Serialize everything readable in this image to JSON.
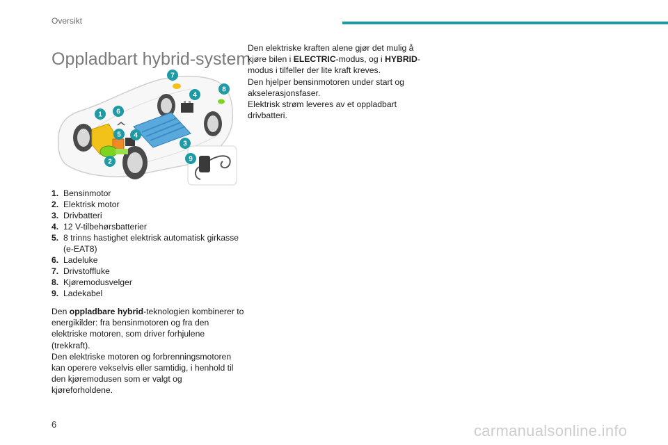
{
  "header": {
    "section": "Oversikt"
  },
  "title": "Oppladbart hybrid-system",
  "figure": {
    "badges": [
      "1",
      "2",
      "3",
      "4",
      "4",
      "5",
      "6",
      "7",
      "8",
      "9"
    ]
  },
  "legend": [
    {
      "num": "1.",
      "text": "Bensinmotor"
    },
    {
      "num": "2.",
      "text": "Elektrisk motor"
    },
    {
      "num": "3.",
      "text": "Drivbatteri"
    },
    {
      "num": "4.",
      "text": "12 V-tilbehørsbatterier"
    },
    {
      "num": "5.",
      "text": "8 trinns hastighet elektrisk automatisk girkasse (e-EAT8)"
    },
    {
      "num": "6.",
      "text": "Ladeluke"
    },
    {
      "num": "7.",
      "text": "Drivstoffluke"
    },
    {
      "num": "8.",
      "text": "Kjøremodusvelger"
    },
    {
      "num": "9.",
      "text": "Ladekabel"
    }
  ],
  "para1": {
    "a": "Den ",
    "b": "oppladbare hybrid",
    "c": "-teknologien kombinerer to energikilder: fra bensinmotoren og fra den elektriske motoren, som driver forhjulene (trekkraft)."
  },
  "para2": "Den elektriske motoren og forbrenningsmotoren kan operere vekselvis eller samtidig, i henhold til den kjøremodusen som er valgt og kjøreforholdene.",
  "para3": {
    "a": "Den elektriske kraften alene gjør det mulig å kjøre bilen i ",
    "b": "ELECTRIC",
    "c": "-modus, og i ",
    "d": "HYBRID",
    "e": "-modus i tilfeller der lite kraft kreves."
  },
  "para4": "Den hjelper bensinmotoren under start og akselerasjonsfaser.",
  "para5": "Elektrisk strøm leveres av et oppladbart drivbatteri.",
  "footer": {
    "page": "6",
    "watermark": "carmanualsonline.info"
  },
  "colors": {
    "accent": "#1e9aa5",
    "battery": "#5aa9dc",
    "engine": "#f2c11a",
    "motor": "#7ed321",
    "gearbox": "#f08a24"
  }
}
